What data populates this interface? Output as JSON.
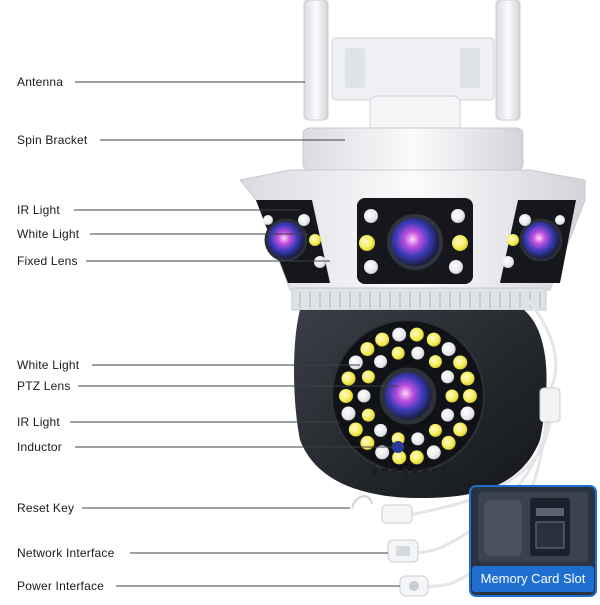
{
  "callouts": [
    {
      "label": "Antenna"
    },
    {
      "label": "Spin Bracket"
    },
    {
      "label": "IR Light"
    },
    {
      "label": "White Light"
    },
    {
      "label": "Fixed Lens"
    },
    {
      "label": "White Light"
    },
    {
      "label": "PTZ Lens"
    },
    {
      "label": "IR Light"
    },
    {
      "label": "Inductor"
    },
    {
      "label": "Reset Key"
    },
    {
      "label": "Network Interface"
    },
    {
      "label": "Power Interface"
    }
  ],
  "inset": {
    "caption": "Memory Card Slot"
  },
  "colors": {
    "housing": "#f2f3f5",
    "lens_panel": "#15171c",
    "dome": "#2a2d33",
    "caption_bg": "#1e6fd0",
    "leader_line": "#3a3f47"
  }
}
